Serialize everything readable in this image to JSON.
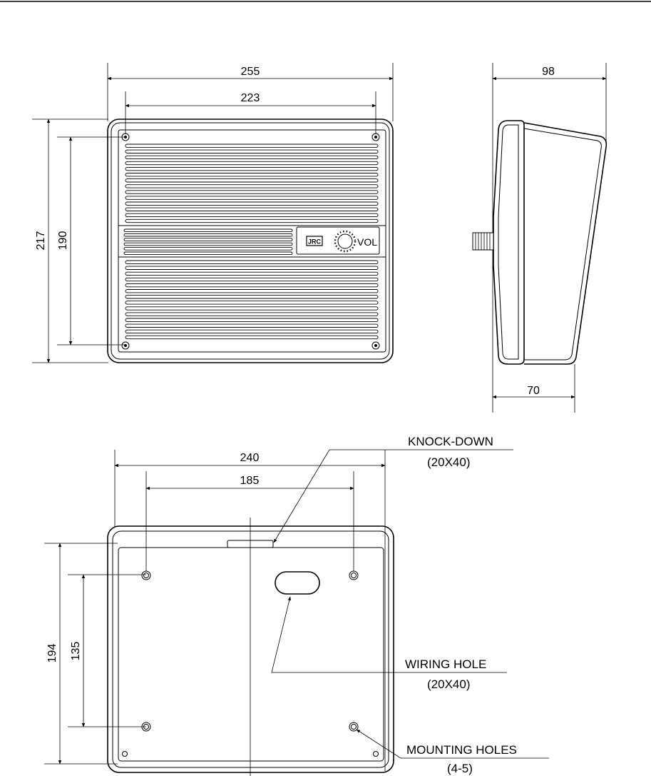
{
  "front_view": {
    "dim_overall_width": "255",
    "dim_hole_pitch_width": "223",
    "dim_overall_height": "217",
    "dim_hole_pitch_height": "190",
    "brand_label": "JRC",
    "volume_label": "VOL"
  },
  "side_view": {
    "dim_depth": "98",
    "dim_base_depth": "70"
  },
  "rear_view": {
    "dim_overall_width": "240",
    "dim_hole_pitch_width": "185",
    "dim_overall_height": "194",
    "dim_hole_pitch_height": "135",
    "callouts": {
      "knockdown_title": "KNOCK-DOWN",
      "knockdown_size": "(20X40)",
      "wiring_title": "WIRING HOLE",
      "wiring_size": "(20X40)",
      "mounting_title": "MOUNTING HOLES",
      "mounting_size": "(4-5)"
    }
  }
}
